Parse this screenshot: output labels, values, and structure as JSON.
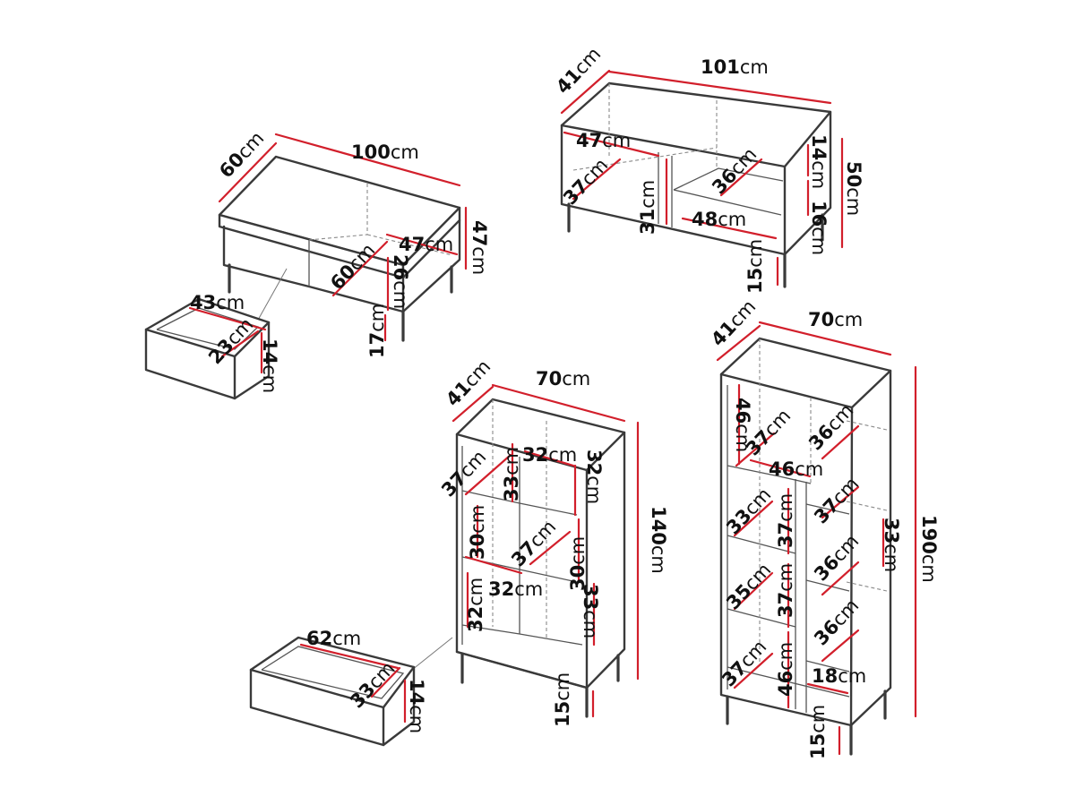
{
  "accent_color": "#d21f2b",
  "line_color": "#3a3a3a",
  "unit": "cm",
  "coffee_table": {
    "depth": "60",
    "width": "100",
    "height": "47",
    "compartment_width": "47",
    "compartment_depth": "60",
    "compartment_height": "26",
    "leg_height": "17",
    "drawer": {
      "width": "43",
      "depth": "23",
      "height": "14"
    }
  },
  "tv_cabinet": {
    "depth": "41",
    "width": "101",
    "height": "50",
    "left_width": "47",
    "left_depth": "37",
    "left_height": "31",
    "right_top_depth": "36",
    "right_top_height": "14",
    "right_bottom_width": "48",
    "right_bottom_height": "16",
    "leg_height": "15"
  },
  "bookcase_140": {
    "depth": "41",
    "width": "70",
    "height": "140",
    "shelf_depth": "37",
    "shelf1_height": "33",
    "right_width": "32",
    "right_height": "32",
    "mid_height": "30",
    "mid_depth": "37",
    "mid_right_height": "30",
    "low_width": "32",
    "low_left_height": "32",
    "low_right_height": "33",
    "leg_height": "15",
    "drawer": {
      "width": "62",
      "depth": "33",
      "height": "14"
    }
  },
  "bookcase_190": {
    "depth": "41",
    "width": "70",
    "height": "190",
    "top_height": "46",
    "left_shelf1_depth": "37",
    "mid_width": "46",
    "right_shelf1_depth": "36",
    "left_shelf2_depth": "33",
    "center_height1": "37",
    "right_shelf2_depth": "37",
    "right_height": "33",
    "left_shelf3_depth": "35",
    "center_height2": "37",
    "right_shelf3_depth": "36",
    "right_shelf4_depth": "36",
    "bottom_depth": "37",
    "bottom_height": "46",
    "bottom_right_width": "18",
    "leg_height": "15"
  }
}
